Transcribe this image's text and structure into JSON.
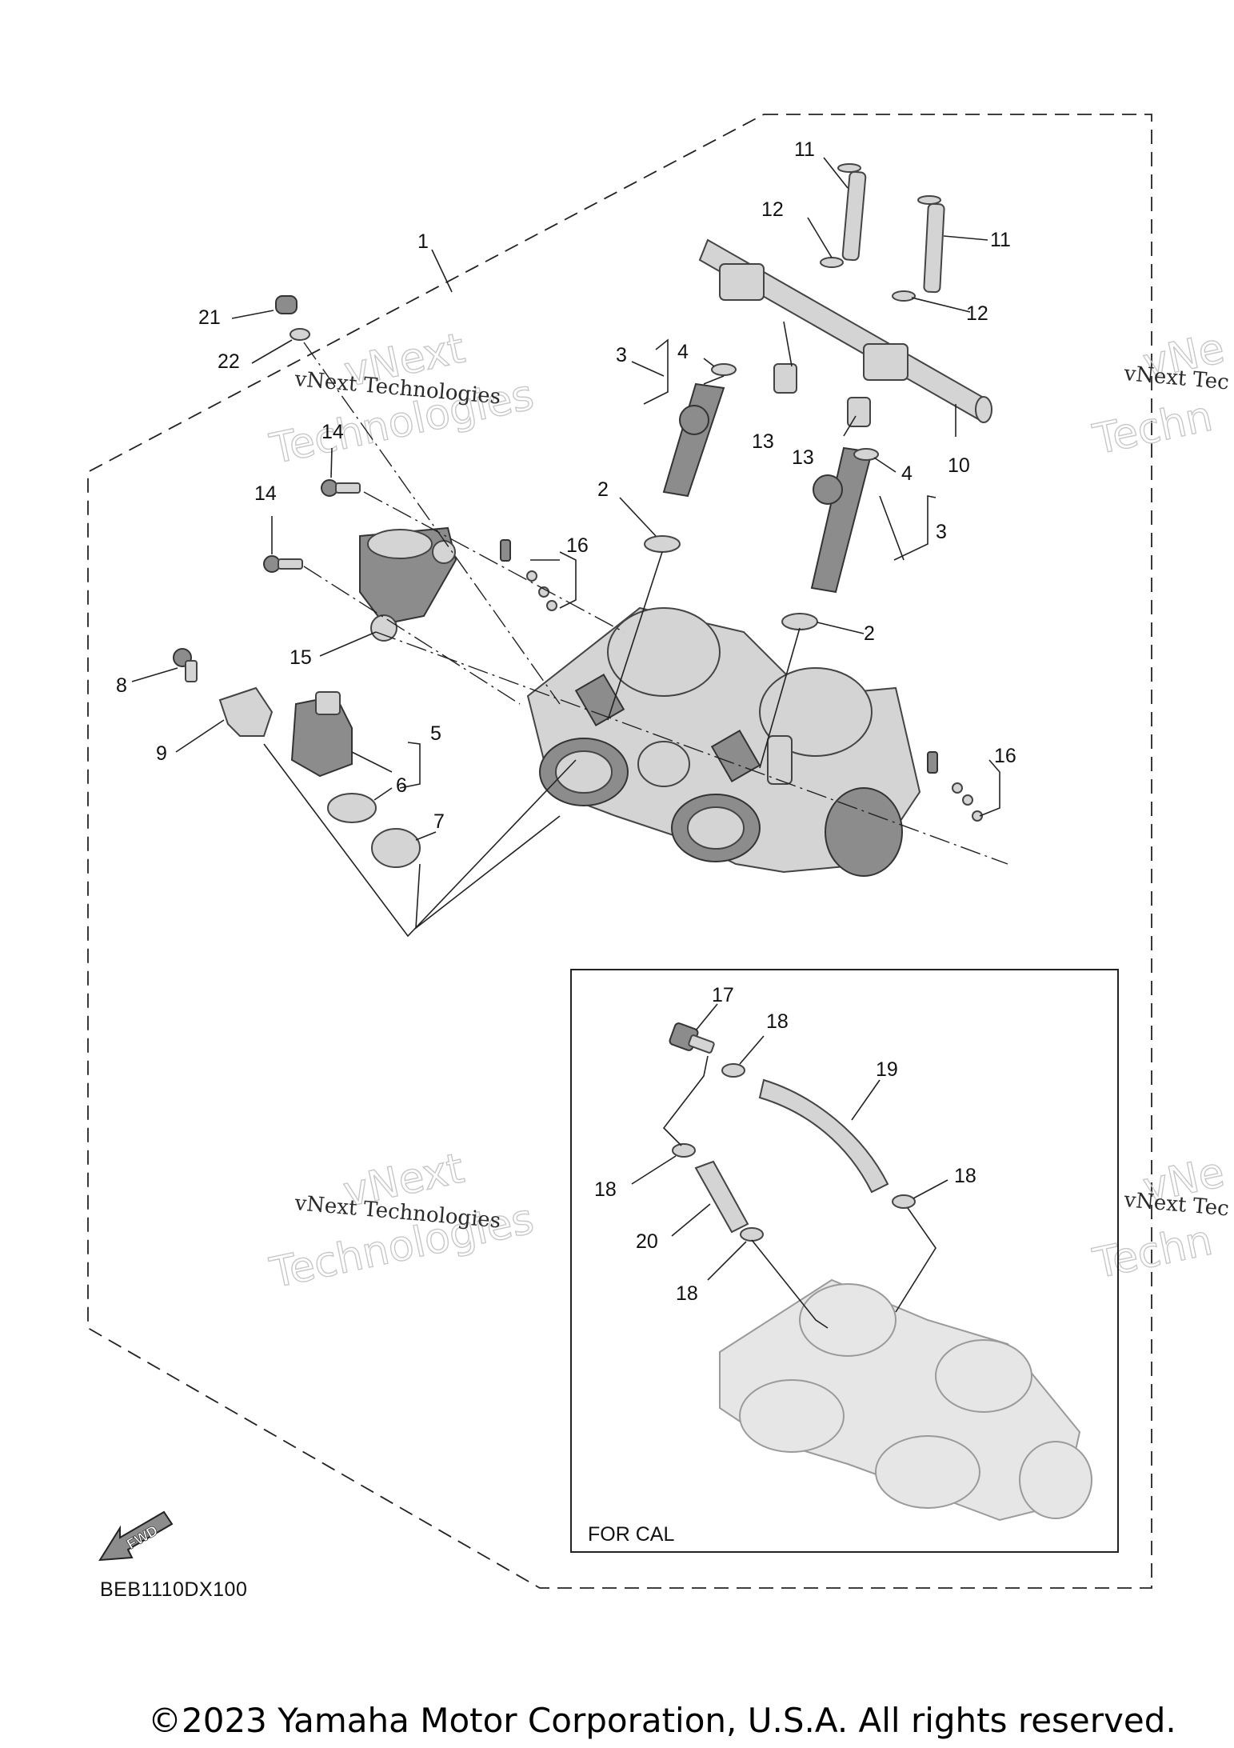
{
  "callouts": {
    "c1": "1",
    "c2a": "2",
    "c2b": "2",
    "c3a": "3",
    "c3b": "3",
    "c4a": "4",
    "c4b": "4",
    "c5": "5",
    "c6": "6",
    "c7": "7",
    "c8": "8",
    "c9": "9",
    "c10": "10",
    "c11a": "11",
    "c11b": "11",
    "c12a": "12",
    "c12b": "12",
    "c13a": "13",
    "c13b": "13",
    "c14a": "14",
    "c14b": "14",
    "c15": "15",
    "c16a": "16",
    "c16b": "16",
    "c17": "17",
    "c18a": "18",
    "c18b": "18",
    "c18c": "18",
    "c18d": "18",
    "c19": "19",
    "c20": "20",
    "c21": "21",
    "c22": "22"
  },
  "inset_label": "FOR CAL",
  "fwd_label": "FWD",
  "diagram_code": "BEB1110DX100",
  "watermark": {
    "line1": "vNext",
    "line2": "Technologies",
    "small": "vNext Technologies",
    "small_cut": "vNext Tec",
    "big_cut1": "vNe",
    "big_cut2": "Techn"
  },
  "copyright": "©2023 Yamaha Motor Corporation, U.S.A. All rights reserved."
}
